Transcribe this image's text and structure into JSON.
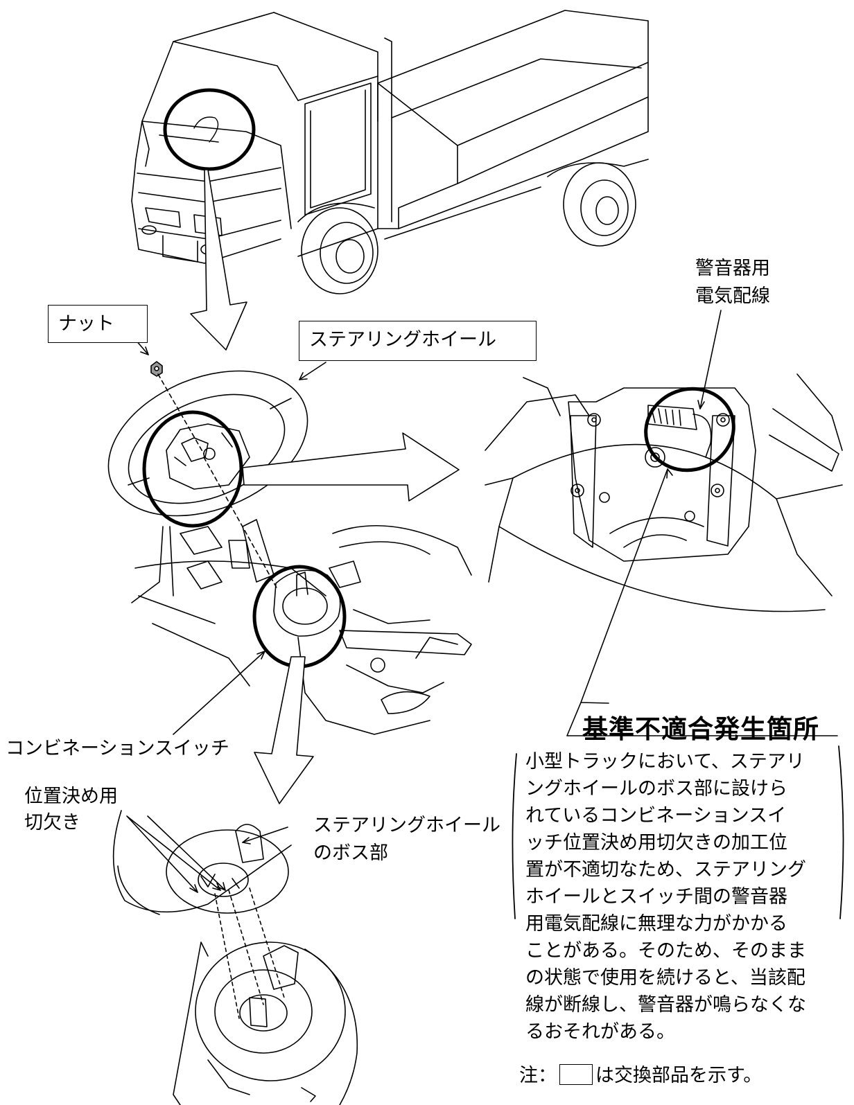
{
  "labels": {
    "nut": "ナット",
    "steering_wheel": "ステアリングホイール",
    "horn_wiring_line1": "警音器用",
    "horn_wiring_line2": "電気配線",
    "combination_switch": "コンビネーションスイッチ",
    "positioning_notch_line1": "位置決め用",
    "positioning_notch_line2": "切欠き",
    "wheel_boss_line1": "ステアリングホイール",
    "wheel_boss_line2": "のボス部"
  },
  "problem": {
    "title": "基準不適合発生箇所",
    "lines": [
      "小型トラックにおいて、ステアリ",
      "ングホイールのボス部に設けら",
      "れているコンビネーションスイ",
      "ッチ位置決め用切欠きの加工位",
      "置が不適切なため、ステアリング",
      "ホイールとスイッチ間の警音器",
      "用電気配線に無理な力がかかる",
      "ことがある。そのため、そのまま",
      "の状態で使用を続けると、当該配",
      "線が断線し、警音器が鳴らなくな",
      "るおそれがある。"
    ]
  },
  "note": {
    "prefix": "注：",
    "suffix": "は交換部品を示す。"
  },
  "colors": {
    "line": "#000000",
    "background": "#ffffff"
  }
}
